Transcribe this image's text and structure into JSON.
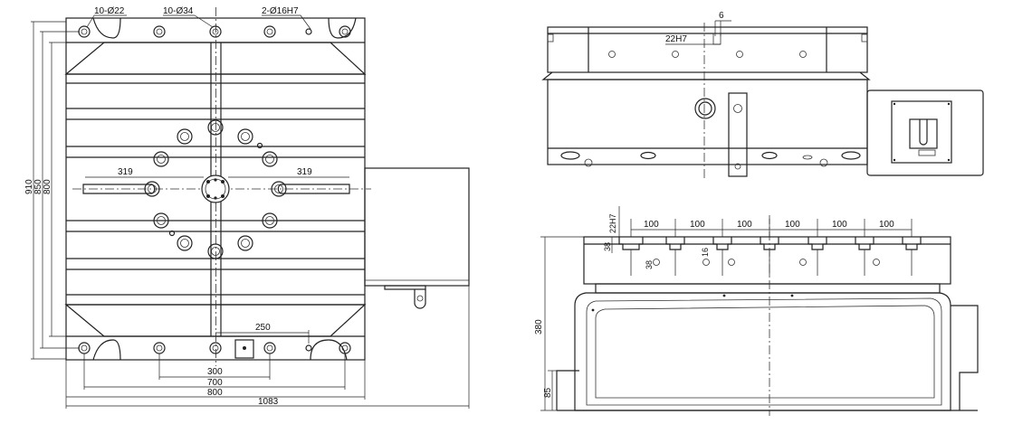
{
  "top_view": {
    "hole_labels": [
      "10-Ø22",
      "10-Ø34",
      "2-Ø16H7"
    ],
    "vertical_dims": [
      "910",
      "850",
      "800"
    ],
    "slot_dims": [
      "319",
      "319"
    ],
    "bottom_dims": [
      "250",
      "300",
      "700",
      "800",
      "1083"
    ]
  },
  "side_view": {
    "dims": [
      "6",
      "22H7"
    ]
  },
  "front_view": {
    "slot_pitch": [
      "100",
      "100",
      "100",
      "100",
      "100",
      "100"
    ],
    "left_dims": [
      "22H7",
      "38",
      "38",
      "16"
    ],
    "height_dims": [
      "380",
      "85"
    ]
  },
  "colors": {
    "line": "#222222",
    "background": "#ffffff"
  }
}
